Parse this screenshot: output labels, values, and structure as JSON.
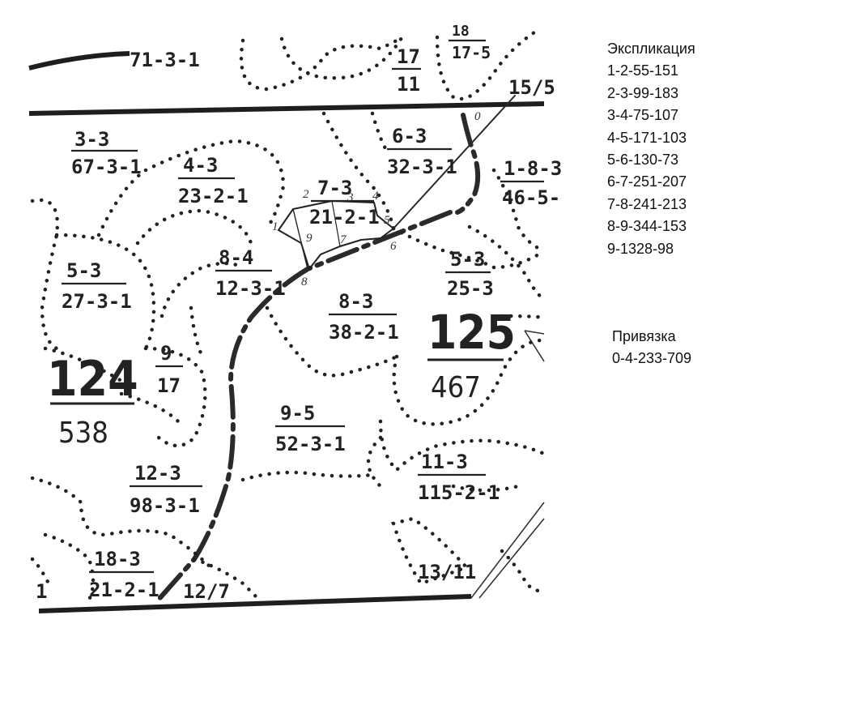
{
  "legend": {
    "title": "Экспликация",
    "items": [
      "1-2-55-151",
      "2-3-99-183",
      "3-4-75-107",
      "4-5-171-103",
      "5-6-130-73",
      "6-7-251-207",
      "7-8-241-213",
      "8-9-344-153",
      "9-1328-98"
    ]
  },
  "anchor": {
    "title": "Привязка",
    "value": "0-4-233-709"
  },
  "map": {
    "quarters": [
      {
        "number": "124",
        "area": "538"
      },
      {
        "number": "125",
        "area": "467"
      }
    ],
    "allotments": [
      {
        "top": "71-3-1",
        "bottom": ""
      },
      {
        "top": "17",
        "bottom": "11"
      },
      {
        "top": "18",
        "bottom": "17-5"
      },
      {
        "top": "15/5",
        "bottom": ""
      },
      {
        "top": "3-3",
        "bottom": "67-3-1"
      },
      {
        "top": "4-3",
        "bottom": "23-2-1"
      },
      {
        "top": "7-3",
        "bottom": "21-2-1"
      },
      {
        "top": "6-3",
        "bottom": "32-3-1"
      },
      {
        "top": "1-8-3",
        "bottom": "46-5-"
      },
      {
        "top": "5-3",
        "bottom": "27-3-1"
      },
      {
        "top": "8-4",
        "bottom": "12-3-1"
      },
      {
        "top": "8-3",
        "bottom": "38-2-1"
      },
      {
        "top": "5-3",
        "bottom": "25-3"
      },
      {
        "top": "9",
        "bottom": "17"
      },
      {
        "top": "9-5",
        "bottom": "52-3-1"
      },
      {
        "top": "11-3",
        "bottom": "115-2-1"
      },
      {
        "top": "12-3",
        "bottom": "98-3-1"
      },
      {
        "top": "18-3",
        "bottom": "21-2-1"
      },
      {
        "top": "12/7",
        "bottom": ""
      },
      {
        "top": "13/11",
        "bottom": ""
      },
      {
        "top": "1",
        "bottom": ""
      }
    ],
    "points": [
      "0",
      "1",
      "2",
      "3",
      "4",
      "5",
      "6",
      "7",
      "8",
      "9"
    ]
  }
}
